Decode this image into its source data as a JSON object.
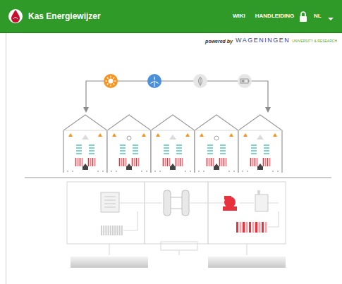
{
  "diagram": {
    "title": "Kas Energiewijzer",
    "labels": [
      "WIKI",
      "HANDLEIDING",
      "NL",
      "powered by",
      "WAGENINGEN",
      "UNIVERSITY & RESEARCH"
    ]
  }
}
